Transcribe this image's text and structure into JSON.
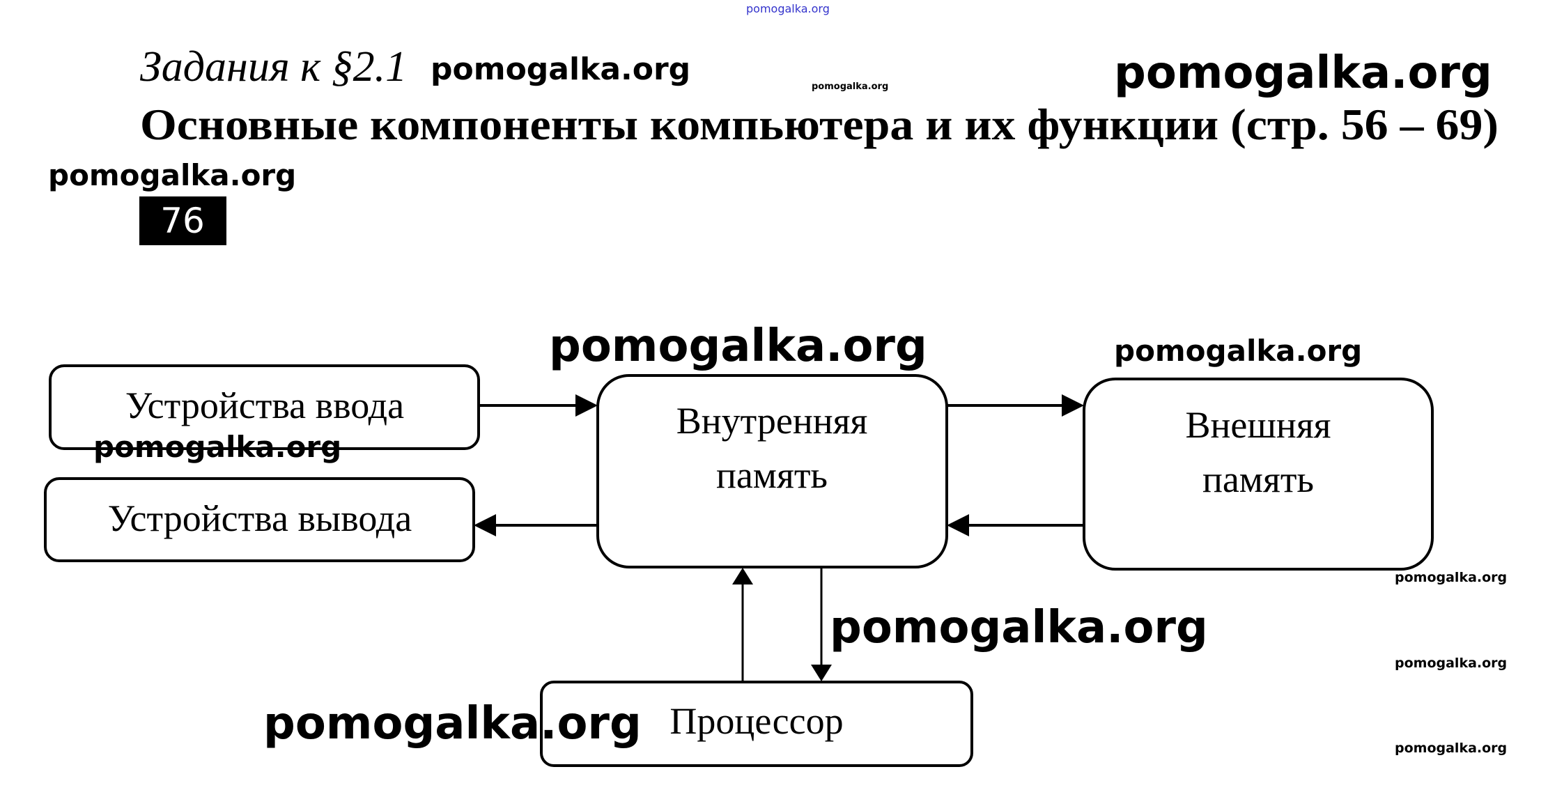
{
  "header": {
    "section": "Задания к §2.1",
    "title": "Основные компоненты компьютера и их функции (стр. 56 – 69)",
    "task_number": "76"
  },
  "diagram": {
    "input_devices": "Устройства ввода",
    "output_devices": "Устройства вывода",
    "internal_memory_line1": "Внутренняя",
    "internal_memory_line2": "память",
    "external_memory_line1": "Внешняя",
    "external_memory_line2": "память",
    "processor": "Процессор"
  },
  "watermarks": {
    "text": "pomogalka.org",
    "top_color": "#3333cc"
  }
}
